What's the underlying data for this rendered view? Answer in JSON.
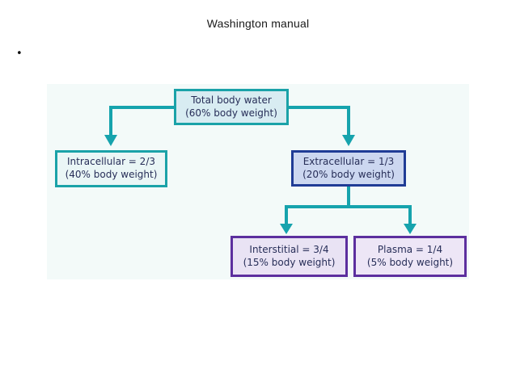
{
  "slide": {
    "title": "Washington manual",
    "bullet_char": "•"
  },
  "diagram": {
    "nodes": {
      "total": {
        "label": "Total body water",
        "sub": "(60% body weight)"
      },
      "intracellular": {
        "label": "Intracellular = 2/3",
        "sub": "(40% body weight)"
      },
      "extracellular": {
        "label": "Extracellular = 1/3",
        "sub": "(20% body weight)"
      },
      "interstitial": {
        "label": "Interstitial = 3/4",
        "sub": "(15% body weight)"
      },
      "plasma": {
        "label": "Plasma = 1/4",
        "sub": "(5% body weight)"
      }
    },
    "colors": {
      "teal_border": "#1aa2a8",
      "teal_fill": "#d8ecf2",
      "light_teal_fill": "#eaf6f6",
      "navy_border": "#203c96",
      "navy_fill": "#ccd7f0",
      "purple_border": "#5c2f9e",
      "purple_fill": "#e9e3f4",
      "arrow": "#16a3ad",
      "text": "#272e58",
      "panel_background": "#f3faf9"
    }
  }
}
